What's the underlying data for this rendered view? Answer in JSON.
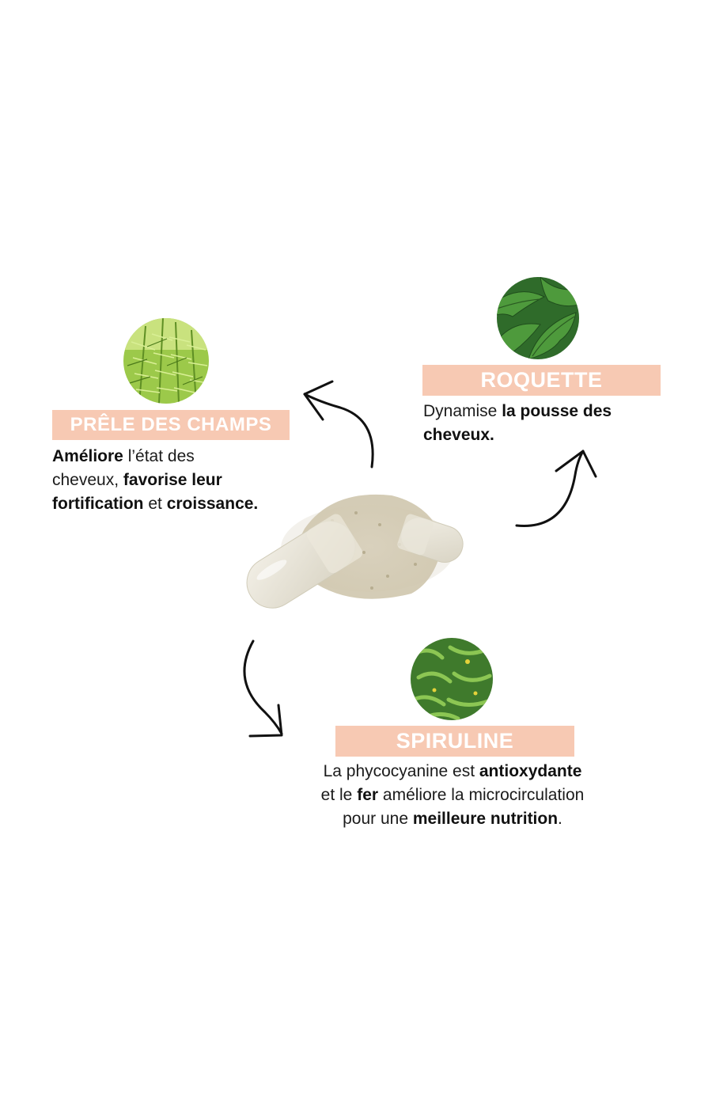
{
  "ingredients": {
    "prele": {
      "title": "PRÊLE DES CHAMPS",
      "icon": "horsetail-plant-image",
      "lines": [
        [
          {
            "t": "Améliore",
            "b": true
          },
          {
            "t": " l’état des",
            "b": false
          }
        ],
        [
          {
            "t": "cheveux, ",
            "b": false
          },
          {
            "t": "favorise leur",
            "b": true
          }
        ],
        [
          {
            "t": "fortification",
            "b": true
          },
          {
            "t": " et ",
            "b": false
          },
          {
            "t": "croissance.",
            "b": true
          }
        ]
      ]
    },
    "roquette": {
      "title": "ROQUETTE",
      "icon": "arugula-leaves-image",
      "lines": [
        [
          {
            "t": "Dynamise ",
            "b": false
          },
          {
            "t": "la pousse des",
            "b": true
          }
        ],
        [
          {
            "t": "cheveux.",
            "b": true
          }
        ]
      ]
    },
    "spiruline": {
      "title": "SPIRULINE",
      "icon": "spirulina-algae-image",
      "lines": [
        [
          {
            "t": "La phycocyanine est ",
            "b": false
          },
          {
            "t": "antioxydante",
            "b": true
          }
        ],
        [
          {
            "t": "et le ",
            "b": false
          },
          {
            "t": "fer",
            "b": true
          },
          {
            "t": " améliore la microcirculation",
            "b": false
          }
        ],
        [
          {
            "t": "pour une ",
            "b": false
          },
          {
            "t": "meilleure nutrition",
            "b": true
          },
          {
            "t": ".",
            "b": false
          }
        ]
      ]
    }
  },
  "center_image": "capsules-with-powder-image",
  "colors": {
    "banner": "#f7c9b3",
    "banner_text": "#ffffff",
    "text": "#1b1b1b"
  }
}
